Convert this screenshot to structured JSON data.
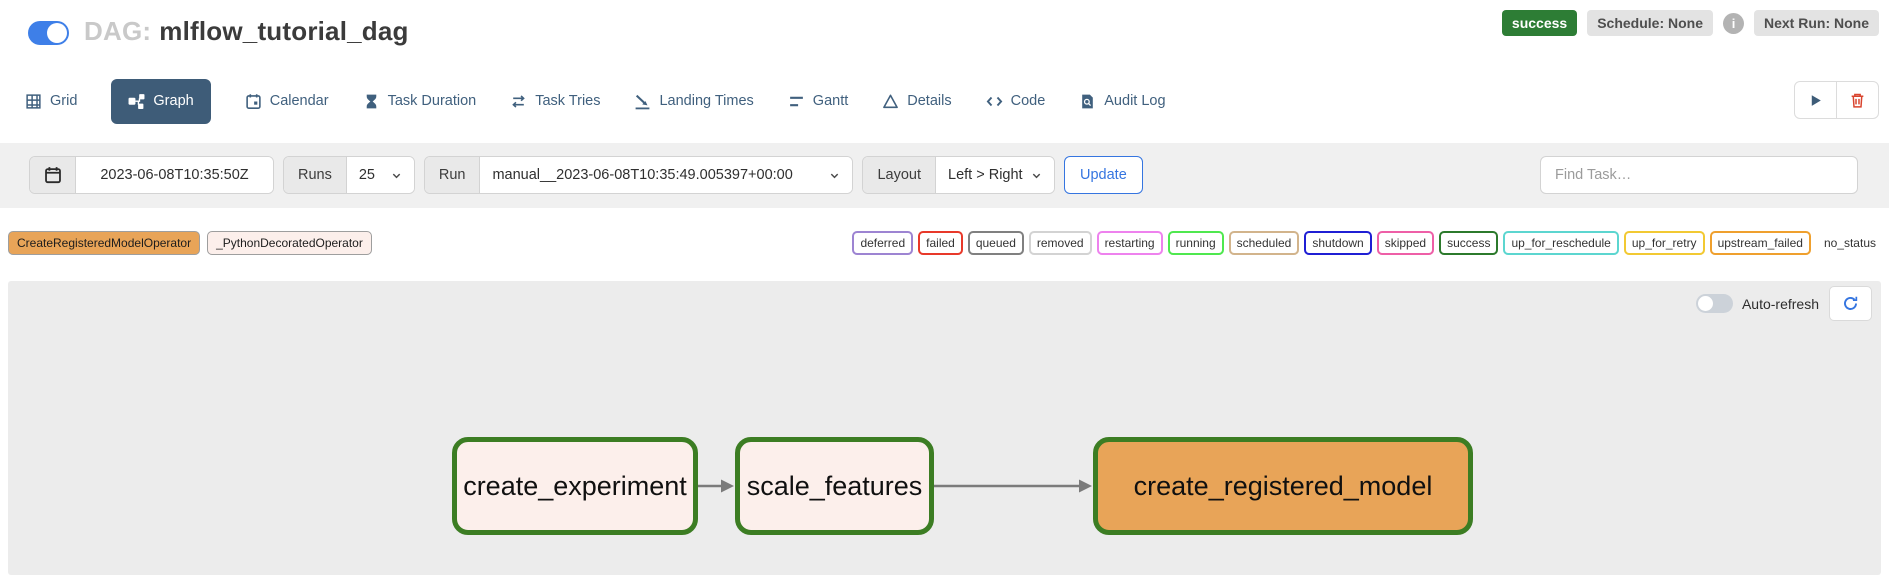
{
  "header": {
    "dag_prefix": "DAG:",
    "dag_name": "mlflow_tutorial_dag",
    "status_badge": "success",
    "schedule_badge": "Schedule: None",
    "info_icon": "i",
    "next_run_badge": "Next Run: None"
  },
  "tabs": [
    {
      "label": "Grid",
      "icon": "grid-icon",
      "active": false
    },
    {
      "label": "Graph",
      "icon": "graph-icon",
      "active": true
    },
    {
      "label": "Calendar",
      "icon": "calendar-icon",
      "active": false
    },
    {
      "label": "Task Duration",
      "icon": "hourglass-icon",
      "active": false
    },
    {
      "label": "Task Tries",
      "icon": "repeat-icon",
      "active": false
    },
    {
      "label": "Landing Times",
      "icon": "plane-landing-icon",
      "active": false
    },
    {
      "label": "Gantt",
      "icon": "gantt-bars-icon",
      "active": false
    },
    {
      "label": "Details",
      "icon": "triangle-icon",
      "active": false
    },
    {
      "label": "Code",
      "icon": "code-brackets-icon",
      "active": false
    },
    {
      "label": "Audit Log",
      "icon": "file-search-icon",
      "active": false
    }
  ],
  "filter_bar": {
    "date_value": "2023-06-08T10:35:50Z",
    "runs_label": "Runs",
    "runs_value": "25",
    "run_label": "Run",
    "run_value": "manual__2023-06-08T10:35:49.005397+00:00",
    "layout_label": "Layout",
    "layout_value": "Left > Right",
    "update_label": "Update",
    "find_task_placeholder": "Find Task…"
  },
  "legend": {
    "operators": [
      {
        "label": "CreateRegisteredModelOperator",
        "fill": "#e8a458"
      },
      {
        "label": "_PythonDecoratedOperator",
        "fill": "#fcefeb"
      }
    ],
    "statuses": [
      {
        "label": "deferred",
        "border": "#9d84d2"
      },
      {
        "label": "failed",
        "border": "#e8392a"
      },
      {
        "label": "queued",
        "border": "#808080"
      },
      {
        "label": "removed",
        "border": "#d3d3d3"
      },
      {
        "label": "restarting",
        "border": "#ee82ee"
      },
      {
        "label": "running",
        "border": "#4fe84f"
      },
      {
        "label": "scheduled",
        "border": "#d2b48c"
      },
      {
        "label": "shutdown",
        "border": "#1f1fd4"
      },
      {
        "label": "skipped",
        "border": "#ee5fa7"
      },
      {
        "label": "success",
        "border": "#2c7a2c"
      },
      {
        "label": "up_for_reschedule",
        "border": "#5cd6d0"
      },
      {
        "label": "up_for_retry",
        "border": "#f2c933"
      },
      {
        "label": "upstream_failed",
        "border": "#efa02e"
      },
      {
        "label": "no_status",
        "border": "transparent"
      }
    ]
  },
  "graph": {
    "auto_refresh_label": "Auto-refresh",
    "nodes": [
      {
        "label": "create_experiment",
        "fill": "#fcefeb",
        "border": "#3c7d23"
      },
      {
        "label": "scale_features",
        "fill": "#fcefeb",
        "border": "#3c7d23"
      },
      {
        "label": "create_registered_model",
        "fill": "#e8a458",
        "border": "#3c7d23"
      }
    ],
    "edges": [
      {
        "from": "create_experiment",
        "to": "scale_features"
      },
      {
        "from": "scale_features",
        "to": "create_registered_model"
      }
    ]
  },
  "colors": {
    "accent_blue": "#3575e0",
    "toggle_blue": "#3e7fe8",
    "tab_active_bg": "#3e5c78",
    "success_green": "#2d7d35",
    "delete_red": "#d9442e",
    "edge_gray": "#7b7b7b",
    "canvas_bg": "#ececec"
  }
}
